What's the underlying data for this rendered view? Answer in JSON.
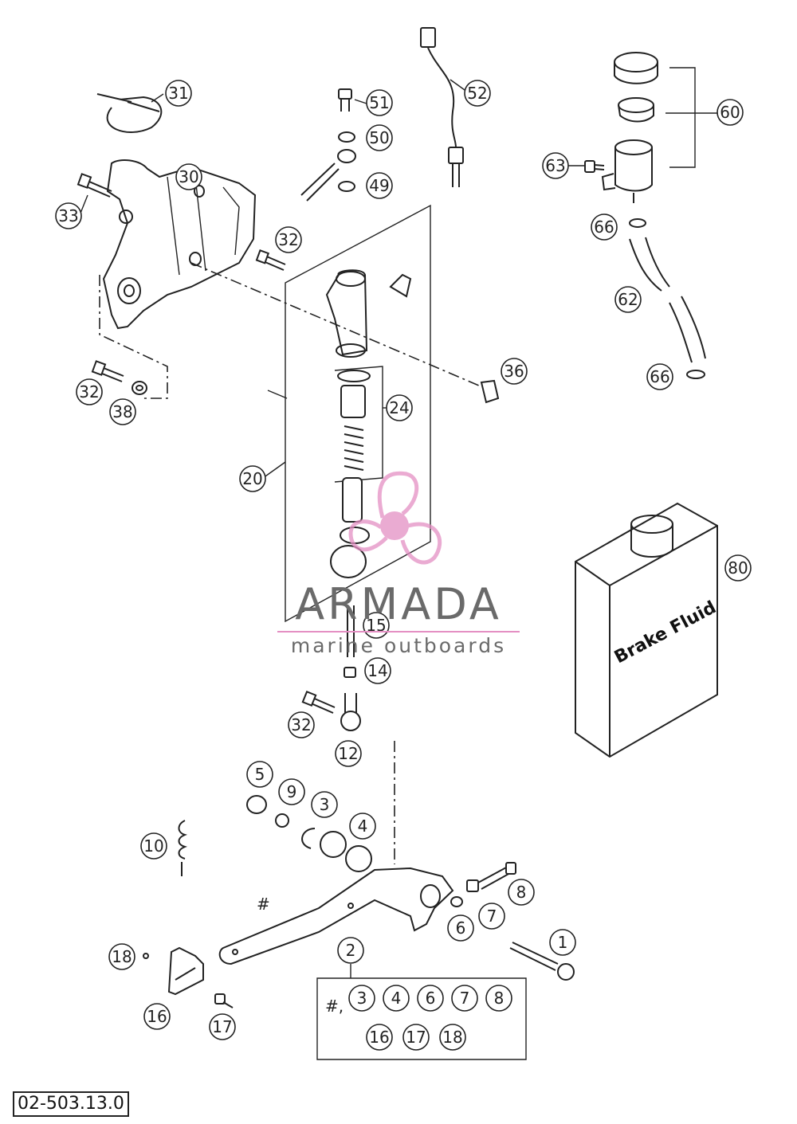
{
  "document_id": "02-503.13.0",
  "jug_label": "Brake Fluid",
  "watermark": {
    "name": "ARMADA",
    "tagline": "marine outboards"
  },
  "callouts": [
    {
      "id": "c31",
      "label": "31"
    },
    {
      "id": "c51",
      "label": "51"
    },
    {
      "id": "c52",
      "label": "52"
    },
    {
      "id": "c50",
      "label": "50"
    },
    {
      "id": "c49",
      "label": "49"
    },
    {
      "id": "c60",
      "label": "60"
    },
    {
      "id": "c30",
      "label": "30"
    },
    {
      "id": "c63",
      "label": "63"
    },
    {
      "id": "c33",
      "label": "33"
    },
    {
      "id": "c66a",
      "label": "66"
    },
    {
      "id": "c32a",
      "label": "32"
    },
    {
      "id": "c62",
      "label": "62"
    },
    {
      "id": "c36",
      "label": "36"
    },
    {
      "id": "c66b",
      "label": "66"
    },
    {
      "id": "c32b",
      "label": "32"
    },
    {
      "id": "c38",
      "label": "38"
    },
    {
      "id": "c24",
      "label": "24"
    },
    {
      "id": "c20",
      "label": "20"
    },
    {
      "id": "c80",
      "label": "80"
    },
    {
      "id": "c15",
      "label": "15"
    },
    {
      "id": "c14",
      "label": "14"
    },
    {
      "id": "c32c",
      "label": "32"
    },
    {
      "id": "c12",
      "label": "12"
    },
    {
      "id": "c5",
      "label": "5"
    },
    {
      "id": "c9",
      "label": "9"
    },
    {
      "id": "c3",
      "label": "3"
    },
    {
      "id": "c4",
      "label": "4"
    },
    {
      "id": "c10",
      "label": "10"
    },
    {
      "id": "c8",
      "label": "8"
    },
    {
      "id": "c7",
      "label": "7"
    },
    {
      "id": "c6",
      "label": "6"
    },
    {
      "id": "c1",
      "label": "1"
    },
    {
      "id": "c2",
      "label": "2"
    },
    {
      "id": "c18",
      "label": "18"
    },
    {
      "id": "c16",
      "label": "16"
    },
    {
      "id": "c17",
      "label": "17"
    }
  ],
  "kit": {
    "prefix": "#,",
    "row1": [
      "3",
      "4",
      "6",
      "7",
      "8"
    ],
    "row2": [
      "16",
      "17",
      "18"
    ]
  },
  "lever_mark": "#",
  "colors": {
    "line": "#222222",
    "watermark_pink": "#e48fc3",
    "watermark_grey": "#6a6a6a"
  }
}
